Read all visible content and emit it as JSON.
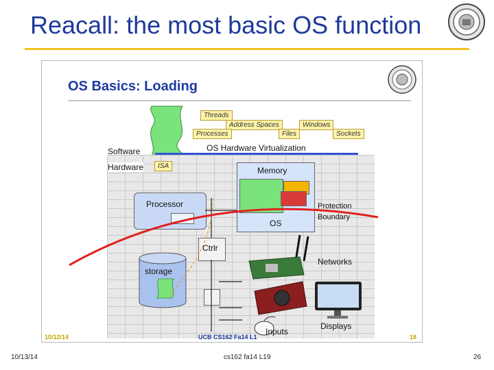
{
  "slide": {
    "title": "Reacall: the most basic OS function",
    "footer_date": "10/13/14",
    "footer_course": "cs162 fa14 L19",
    "footer_page": "26"
  },
  "diagram": {
    "title": "OS Basics: Loading",
    "tags": [
      "Threads",
      "Address Spaces",
      "Windows",
      "Processes",
      "Files",
      "Sockets"
    ],
    "virtualization_label": "OS Hardware Virtualization",
    "software_label": "Software",
    "hardware_label": "Hardware",
    "isa_label": "ISA",
    "memory_label": "Memory",
    "processor_label": "Processor",
    "os_label": "OS",
    "protection_label": "Protection Boundary",
    "ctrlr_label": "Ctrlr",
    "storage_label": "storage",
    "networks_label": "Networks",
    "displays_label": "Displays",
    "inputs_label": "Inputs",
    "footer_date": "10/12/14",
    "footer_course": "UCB CS162 Fa14 L1",
    "footer_page": "18"
  },
  "colors": {
    "title": "#1f3a9a",
    "rule": "#f0c419",
    "processor_fill": "#c9d9f5",
    "memory_fill": "#d6e4fa",
    "green_block": "#7be37b",
    "protection_line": "#e02020"
  },
  "icons": [
    "university-seal-icon",
    "network-card-icon",
    "antenna-icon",
    "graphics-card-icon",
    "monitor-icon",
    "mouse-icon"
  ]
}
